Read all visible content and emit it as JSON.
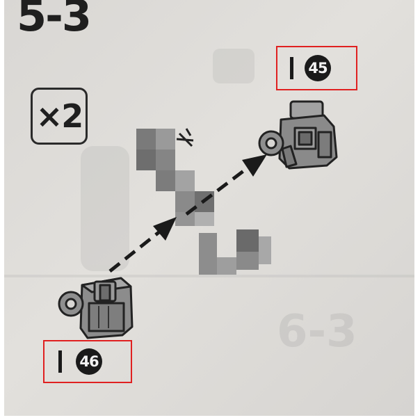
{
  "step": {
    "number": "5-3"
  },
  "quantity": {
    "label": "×2"
  },
  "parts": {
    "upper": {
      "number": "45"
    },
    "lower": {
      "number": "46"
    }
  },
  "background": {
    "ghost_step": "6-3"
  },
  "icons": {
    "lower_piece": "joint-piece-icon",
    "upper_piece": "joint-piece-icon",
    "arrows": "dashed-arrow-icon",
    "pixelated": "pixelated-obscured-region"
  },
  "colors": {
    "callout_border": "#e02020",
    "ink": "#1f1f1f",
    "paper": "#dcdad7",
    "part_gray": "#8c8c8c"
  }
}
